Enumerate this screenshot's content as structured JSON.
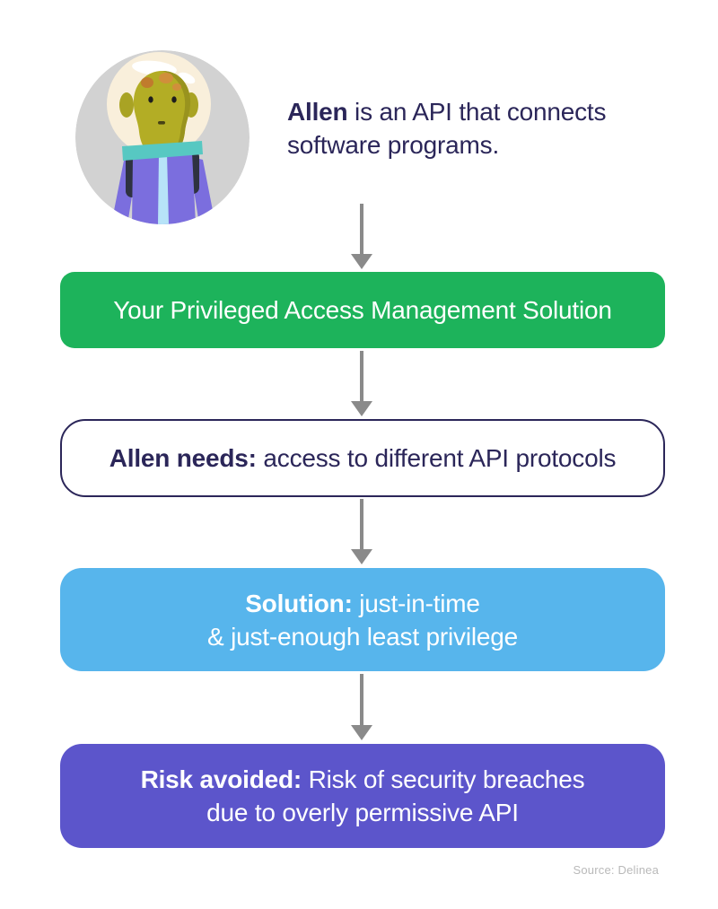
{
  "page": {
    "background": "#ffffff",
    "source": "Source: Delinea"
  },
  "intro": {
    "bold": "Allen",
    "line1_rest": " is an API that connects",
    "line2": "software programs.",
    "text_color": "#2b2659"
  },
  "icons": {
    "avatar": "alien-astronaut-avatar",
    "arrow": "down-arrow"
  },
  "steps": {
    "pam": {
      "text": "Your Privileged Access Management Solution",
      "bg": "#1db35b",
      "text_color": "#ffffff"
    },
    "needs": {
      "bold": "Allen needs:",
      "rest": " access to different API protocols",
      "bg": "#ffffff",
      "border_color": "#2b2659",
      "text_color": "#2b2659"
    },
    "solution": {
      "bold": "Solution:",
      "rest": " just-in-time",
      "line2": "& just-enough least privilege",
      "bg": "#57b5ec",
      "text_color": "#ffffff"
    },
    "risk": {
      "bold": "Risk avoided:",
      "rest": " Risk of security breaches",
      "line2": "due to overly permissive API",
      "bg": "#5c55cb",
      "text_color": "#ffffff"
    }
  },
  "arrow_color": "#8a8a8a"
}
